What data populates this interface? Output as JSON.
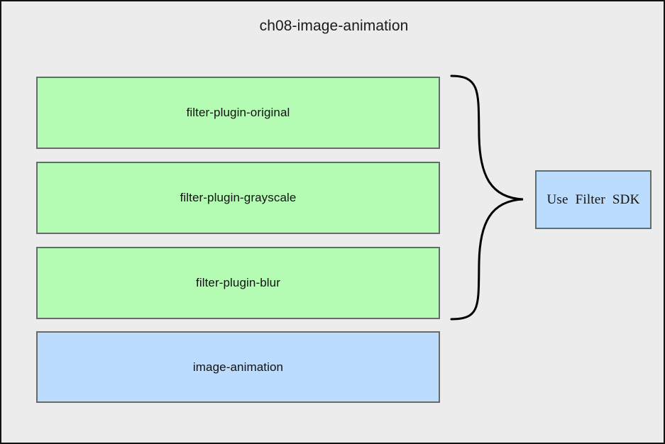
{
  "diagram": {
    "title": "ch08-image-animation",
    "background_color": "#ececec",
    "frame_border_color": "#131313",
    "node_border_color": "#646b6b",
    "green_fill": "#b4fcb4",
    "blue_fill": "#bbdcfd",
    "connector_color": "#000000",
    "modules": [
      {
        "label": "filter-plugin-original",
        "fill": "#b4fcb4",
        "kind": "plugin"
      },
      {
        "label": "filter-plugin-grayscale",
        "fill": "#b4fcb4",
        "kind": "plugin"
      },
      {
        "label": "filter-plugin-blur",
        "fill": "#b4fcb4",
        "kind": "plugin"
      },
      {
        "label": "image-animation",
        "fill": "#bbdcfd",
        "kind": "app"
      }
    ],
    "annotation": {
      "label": "Use  Filter  SDK",
      "fill": "#bbdcfd",
      "connector": "curly-brace",
      "connector_icon": "curly-brace-icon",
      "groups_modules": [
        "filter-plugin-original",
        "filter-plugin-grayscale",
        "filter-plugin-blur"
      ]
    }
  }
}
